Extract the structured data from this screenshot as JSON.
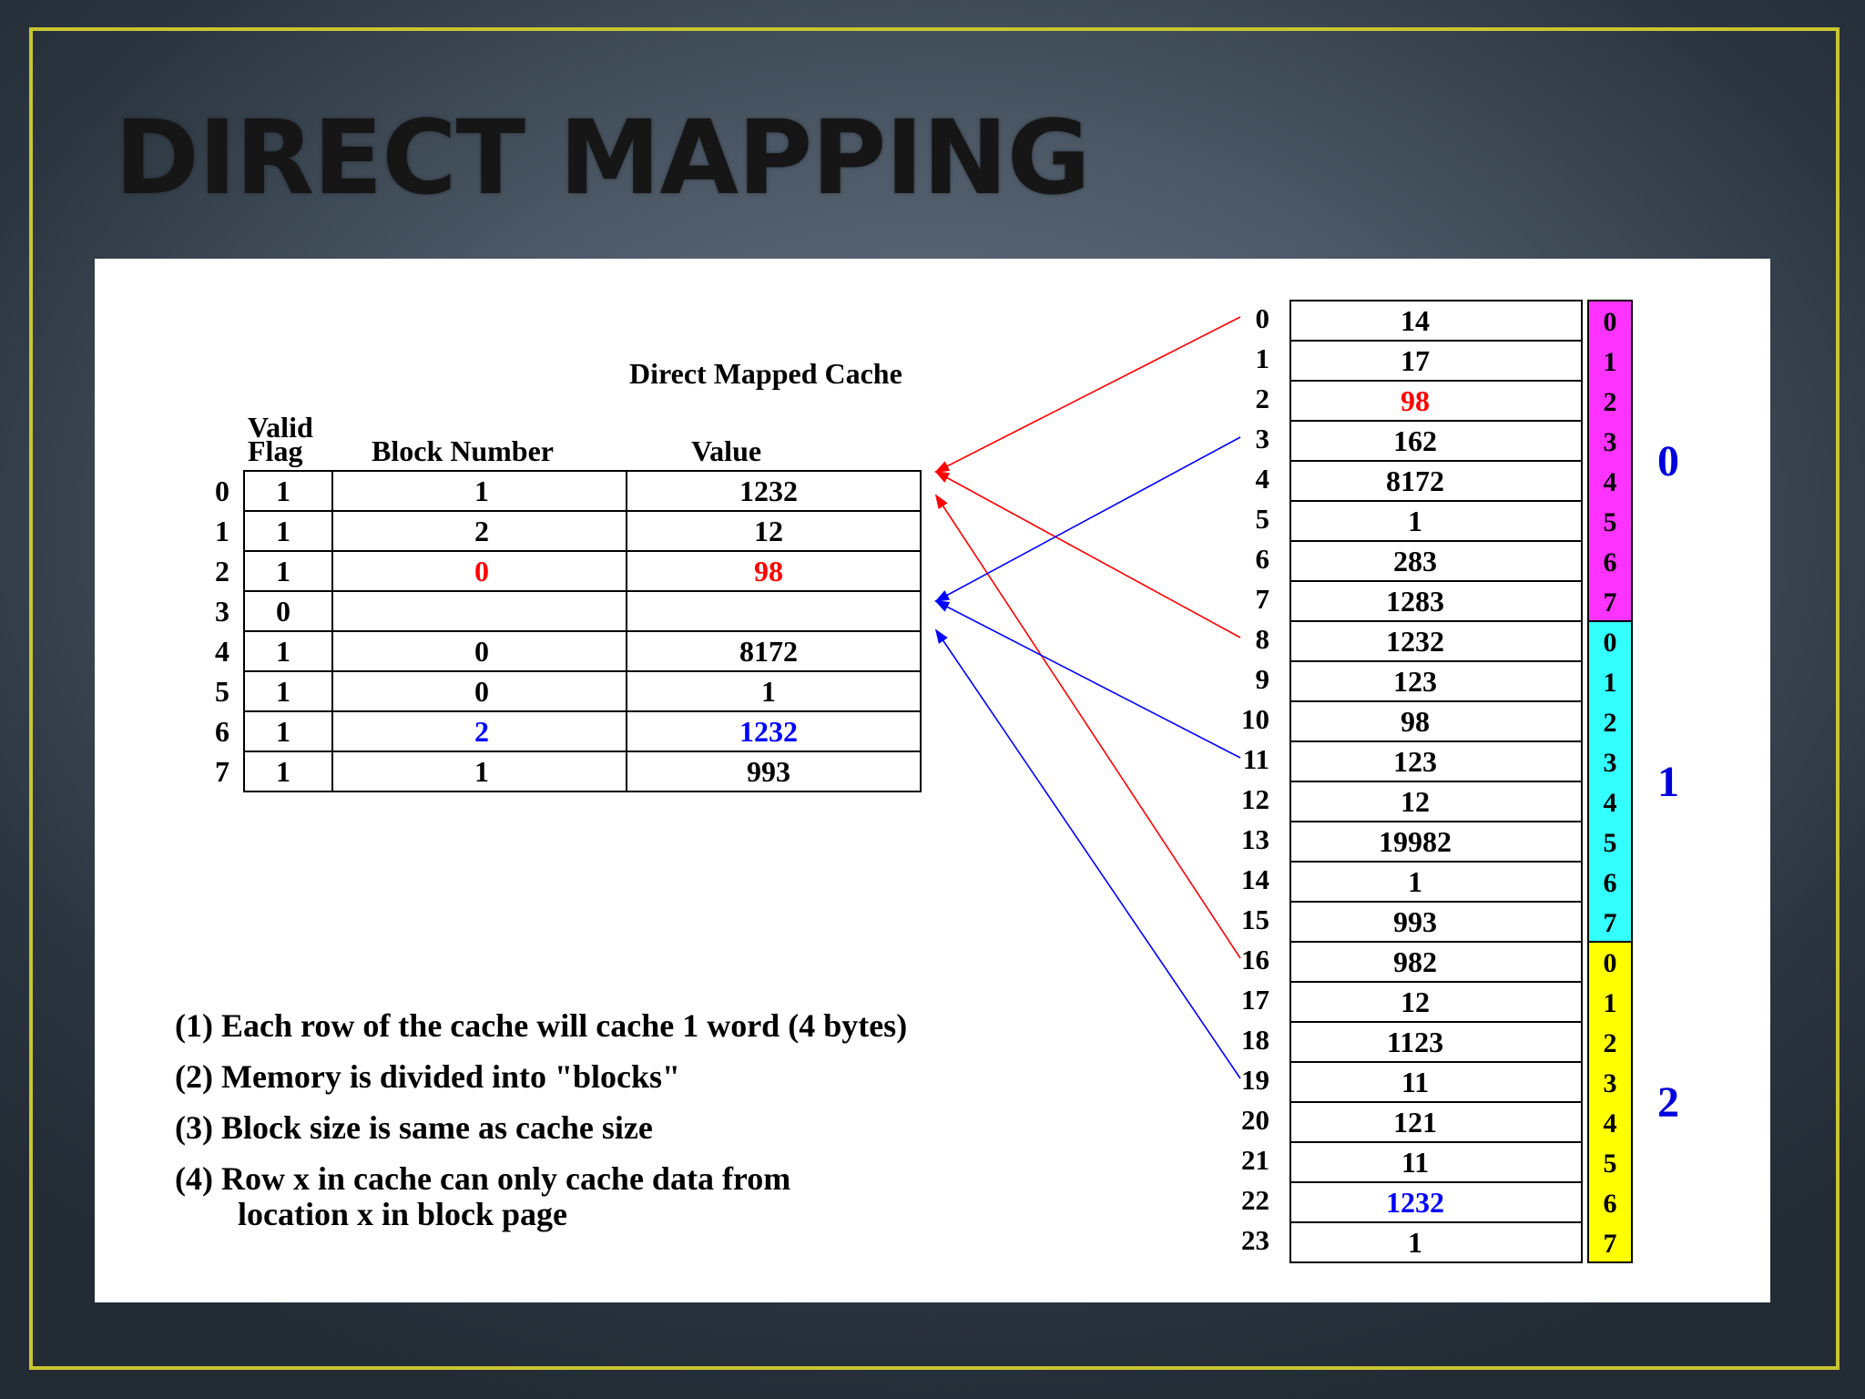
{
  "slide": {
    "title": "DIRECT MAPPING"
  },
  "cache": {
    "title": "Direct Mapped Cache",
    "headers": {
      "valid_line1": "Valid",
      "valid_line2": "Flag",
      "block": "Block Number",
      "value": "Value"
    },
    "rows": [
      {
        "index": "0",
        "valid": "1",
        "block": "1",
        "value": "1232"
      },
      {
        "index": "1",
        "valid": "1",
        "block": "2",
        "value": "12"
      },
      {
        "index": "2",
        "valid": "1",
        "block": "0",
        "value": "98",
        "highlight": "red"
      },
      {
        "index": "3",
        "valid": "0",
        "block": "",
        "value": ""
      },
      {
        "index": "4",
        "valid": "1",
        "block": "0",
        "value": "8172"
      },
      {
        "index": "5",
        "valid": "1",
        "block": "0",
        "value": "1"
      },
      {
        "index": "6",
        "valid": "1",
        "block": "2",
        "value": "1232",
        "highlight": "blue"
      },
      {
        "index": "7",
        "valid": "1",
        "block": "1",
        "value": "993"
      }
    ]
  },
  "memory": {
    "rows": [
      {
        "address": "0",
        "value": "14"
      },
      {
        "address": "1",
        "value": "17"
      },
      {
        "address": "2",
        "value": "98",
        "highlight": "red"
      },
      {
        "address": "3",
        "value": "162"
      },
      {
        "address": "4",
        "value": "8172"
      },
      {
        "address": "5",
        "value": "1"
      },
      {
        "address": "6",
        "value": "283"
      },
      {
        "address": "7",
        "value": "1283"
      },
      {
        "address": "8",
        "value": "1232"
      },
      {
        "address": "9",
        "value": "123"
      },
      {
        "address": "10",
        "value": "98"
      },
      {
        "address": "11",
        "value": "123"
      },
      {
        "address": "12",
        "value": "12"
      },
      {
        "address": "13",
        "value": "19982"
      },
      {
        "address": "14",
        "value": "1"
      },
      {
        "address": "15",
        "value": "993"
      },
      {
        "address": "16",
        "value": "982"
      },
      {
        "address": "17",
        "value": "12"
      },
      {
        "address": "18",
        "value": "1123"
      },
      {
        "address": "19",
        "value": "11"
      },
      {
        "address": "20",
        "value": "121"
      },
      {
        "address": "21",
        "value": "11"
      },
      {
        "address": "22",
        "value": "1232",
        "highlight": "blue"
      },
      {
        "address": "23",
        "value": "1"
      }
    ],
    "blocks": [
      {
        "label": "0",
        "color": "#ff33ff",
        "offsets": [
          "0",
          "1",
          "2",
          "3",
          "4",
          "5",
          "6",
          "7"
        ]
      },
      {
        "label": "1",
        "color": "#33ffff",
        "offsets": [
          "0",
          "1",
          "2",
          "3",
          "4",
          "5",
          "6",
          "7"
        ]
      },
      {
        "label": "2",
        "color": "#ffff00",
        "offsets": [
          "0",
          "1",
          "2",
          "3",
          "4",
          "5",
          "6",
          "7"
        ]
      }
    ]
  },
  "mappings": [
    {
      "from_address": 0,
      "to_row": 0,
      "color": "red"
    },
    {
      "from_address": 8,
      "to_row": 0,
      "color": "red"
    },
    {
      "from_address": 16,
      "to_row": 1,
      "color": "red"
    },
    {
      "from_address": 3,
      "to_row": 3,
      "color": "blue"
    },
    {
      "from_address": 11,
      "to_row": 3,
      "color": "blue"
    },
    {
      "from_address": 19,
      "to_row": 4,
      "color": "blue"
    }
  ],
  "colors": {
    "red": "#ff0000",
    "blue": "#0000ff",
    "frame": "#c9c531",
    "highlight_red": "#ff0000",
    "highlight_blue": "#0000ff",
    "block_label": "#0000dd"
  },
  "notes": [
    "(1) Each row of the cache will cache 1 word (4 bytes)",
    "(2) Memory is divided into \"blocks\"",
    "(3) Block size is same as cache size",
    "(4) Row x in cache can only cache data from"
  ],
  "notes_continuation": "location x in block page"
}
